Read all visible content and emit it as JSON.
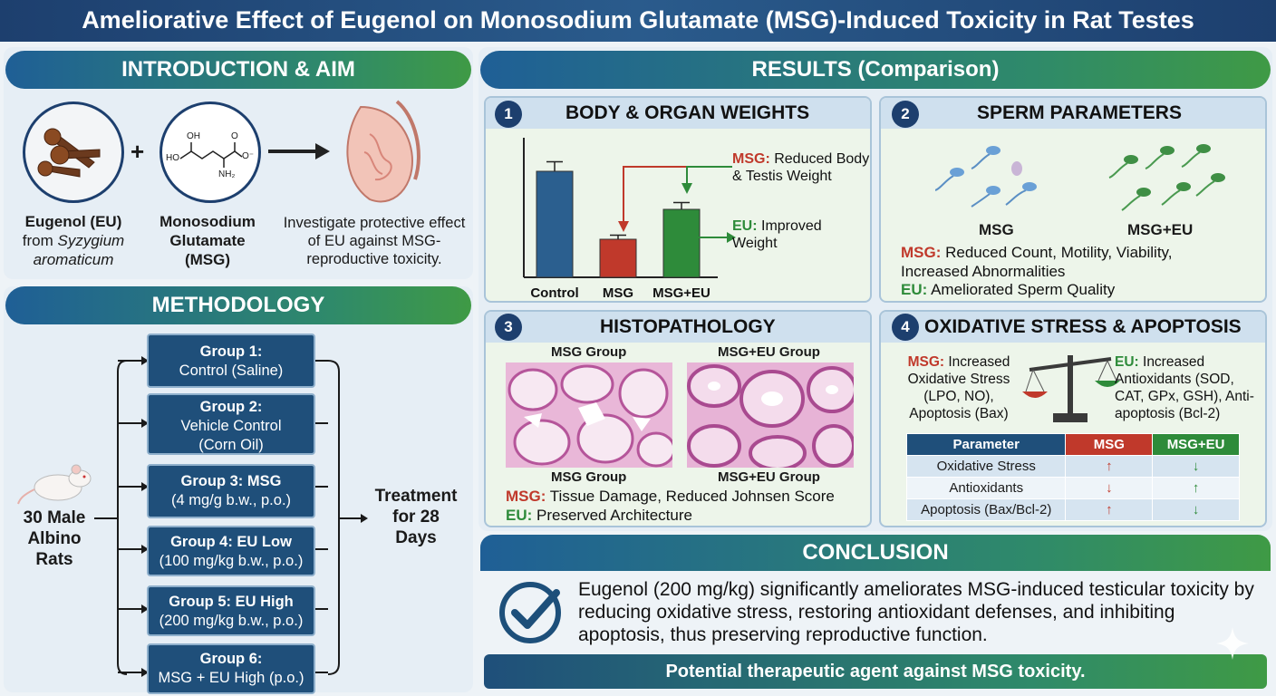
{
  "title": "Ameliorative Effect of Eugenol on Monosodium Glutamate (MSG)-Induced Toxicity in Rat Testes",
  "intro": {
    "header": "INTRODUCTION & AIM",
    "eugenol_line1": "Eugenol (EU)",
    "eugenol_line2": "from ",
    "eugenol_species1": "Syzygium",
    "eugenol_species2": "aromaticum",
    "msg_line1": "Monosodium",
    "msg_line2": "Glutamate",
    "msg_line3": "(MSG)",
    "plus": "+",
    "aim": "Investigate protective effect of EU against MSG-reproductive toxicity.",
    "molecule_labels": {
      "oh": "OH",
      "ho": "HO",
      "o": "O",
      "ominus": "O⁻",
      "nh2": "NH₂"
    }
  },
  "methodology": {
    "header": "METHODOLOGY",
    "subjects_line1": "30 Male",
    "subjects_line2": "Albino Rats",
    "treatment": "Treatment for 28 Days",
    "groups": [
      {
        "title": "Group 1:",
        "desc": "Control (Saline)"
      },
      {
        "title": "Group 2:",
        "desc": "Vehicle Control (Corn Oil)"
      },
      {
        "title": "Group 3: MSG",
        "desc": "(4 mg/g b.w., p.o.)"
      },
      {
        "title": "Group 4: EU Low",
        "desc": "(100 mg/kg b.w., p.o.)"
      },
      {
        "title": "Group 5: EU High",
        "desc": "(200 mg/kg b.w., p.o.)"
      },
      {
        "title": "Group 6:",
        "desc": "MSG + EU High (p.o.)"
      }
    ]
  },
  "results": {
    "header": "RESULTS (Comparison)",
    "body_weights": {
      "num": "1",
      "title": "BODY & ORGAN WEIGHTS",
      "msg_label": "MSG:",
      "msg_text": " Reduced Body & Testis Weight",
      "eu_label": "EU:",
      "eu_text": " Improved Weight"
    },
    "sperm": {
      "num": "2",
      "title": "SPERM PARAMETERS",
      "label_msg": "MSG",
      "label_msgeu": "MSG+EU",
      "msg_label": "MSG:",
      "msg_text": " Reduced Count, Motility, Viability, Increased Abnormalities",
      "eu_label": "EU:",
      "eu_text": " Ameliorated Sperm Quality"
    },
    "histo": {
      "num": "3",
      "title": "HISTOPATHOLOGY",
      "img1_top": "MSG Group",
      "img2_top": "MSG+EU Group",
      "img1_bottom": "MSG Group",
      "img2_bottom": "MSG+EU Group",
      "msg_label": "MSG:",
      "msg_text": " Tissue Damage, Reduced Johnsen Score",
      "eu_label": "EU:",
      "eu_text": " Preserved Architecture"
    },
    "oxidative": {
      "num": "4",
      "title": "OXIDATIVE STRESS & APOPTOSIS",
      "msg_label": "MSG:",
      "msg_text": " Increased Oxidative Stress (LPO, NO), Apoptosis (Bax)",
      "eu_label": "EU:",
      "eu_text": " Increased Antioxidants (SOD, CAT, GPx, GSH), Anti-apoptosis (Bcl-2)",
      "table": {
        "headers": [
          "Parameter",
          "MSG",
          "MSG+EU"
        ],
        "rows": [
          {
            "param": "Oxidative Stress",
            "msg": "↑",
            "msgeu": "↓"
          },
          {
            "param": "Antioxidants",
            "msg": "↓",
            "msgeu": "↑"
          },
          {
            "param": "Apoptosis (Bax/Bcl-2)",
            "msg": "↑",
            "msgeu": "↓"
          }
        ]
      }
    }
  },
  "chart_data": {
    "type": "bar",
    "categories": [
      "Control",
      "MSG",
      "MSG+EU"
    ],
    "values": [
      0.78,
      0.28,
      0.5
    ],
    "errors": [
      0.07,
      0.03,
      0.05
    ],
    "colors": [
      "#2b5f8f",
      "#c0392b",
      "#2e8b3a"
    ],
    "title": "",
    "xlabel": "",
    "ylabel": "",
    "ylim": [
      0,
      1
    ]
  },
  "conclusion": {
    "header": "CONCLUSION",
    "text": "Eugenol (200 mg/kg) significantly ameliorates MSG-induced testicular toxicity by reducing oxidative stress, restoring antioxidant defenses, and inhibiting apoptosis, thus preserving reproductive function.",
    "banner": "Potential therapeutic agent against MSG toxicity."
  },
  "colors": {
    "navy": "#1d3f6e",
    "red": "#c0392b",
    "green": "#2e8b3a",
    "blue": "#2b5f8f"
  }
}
